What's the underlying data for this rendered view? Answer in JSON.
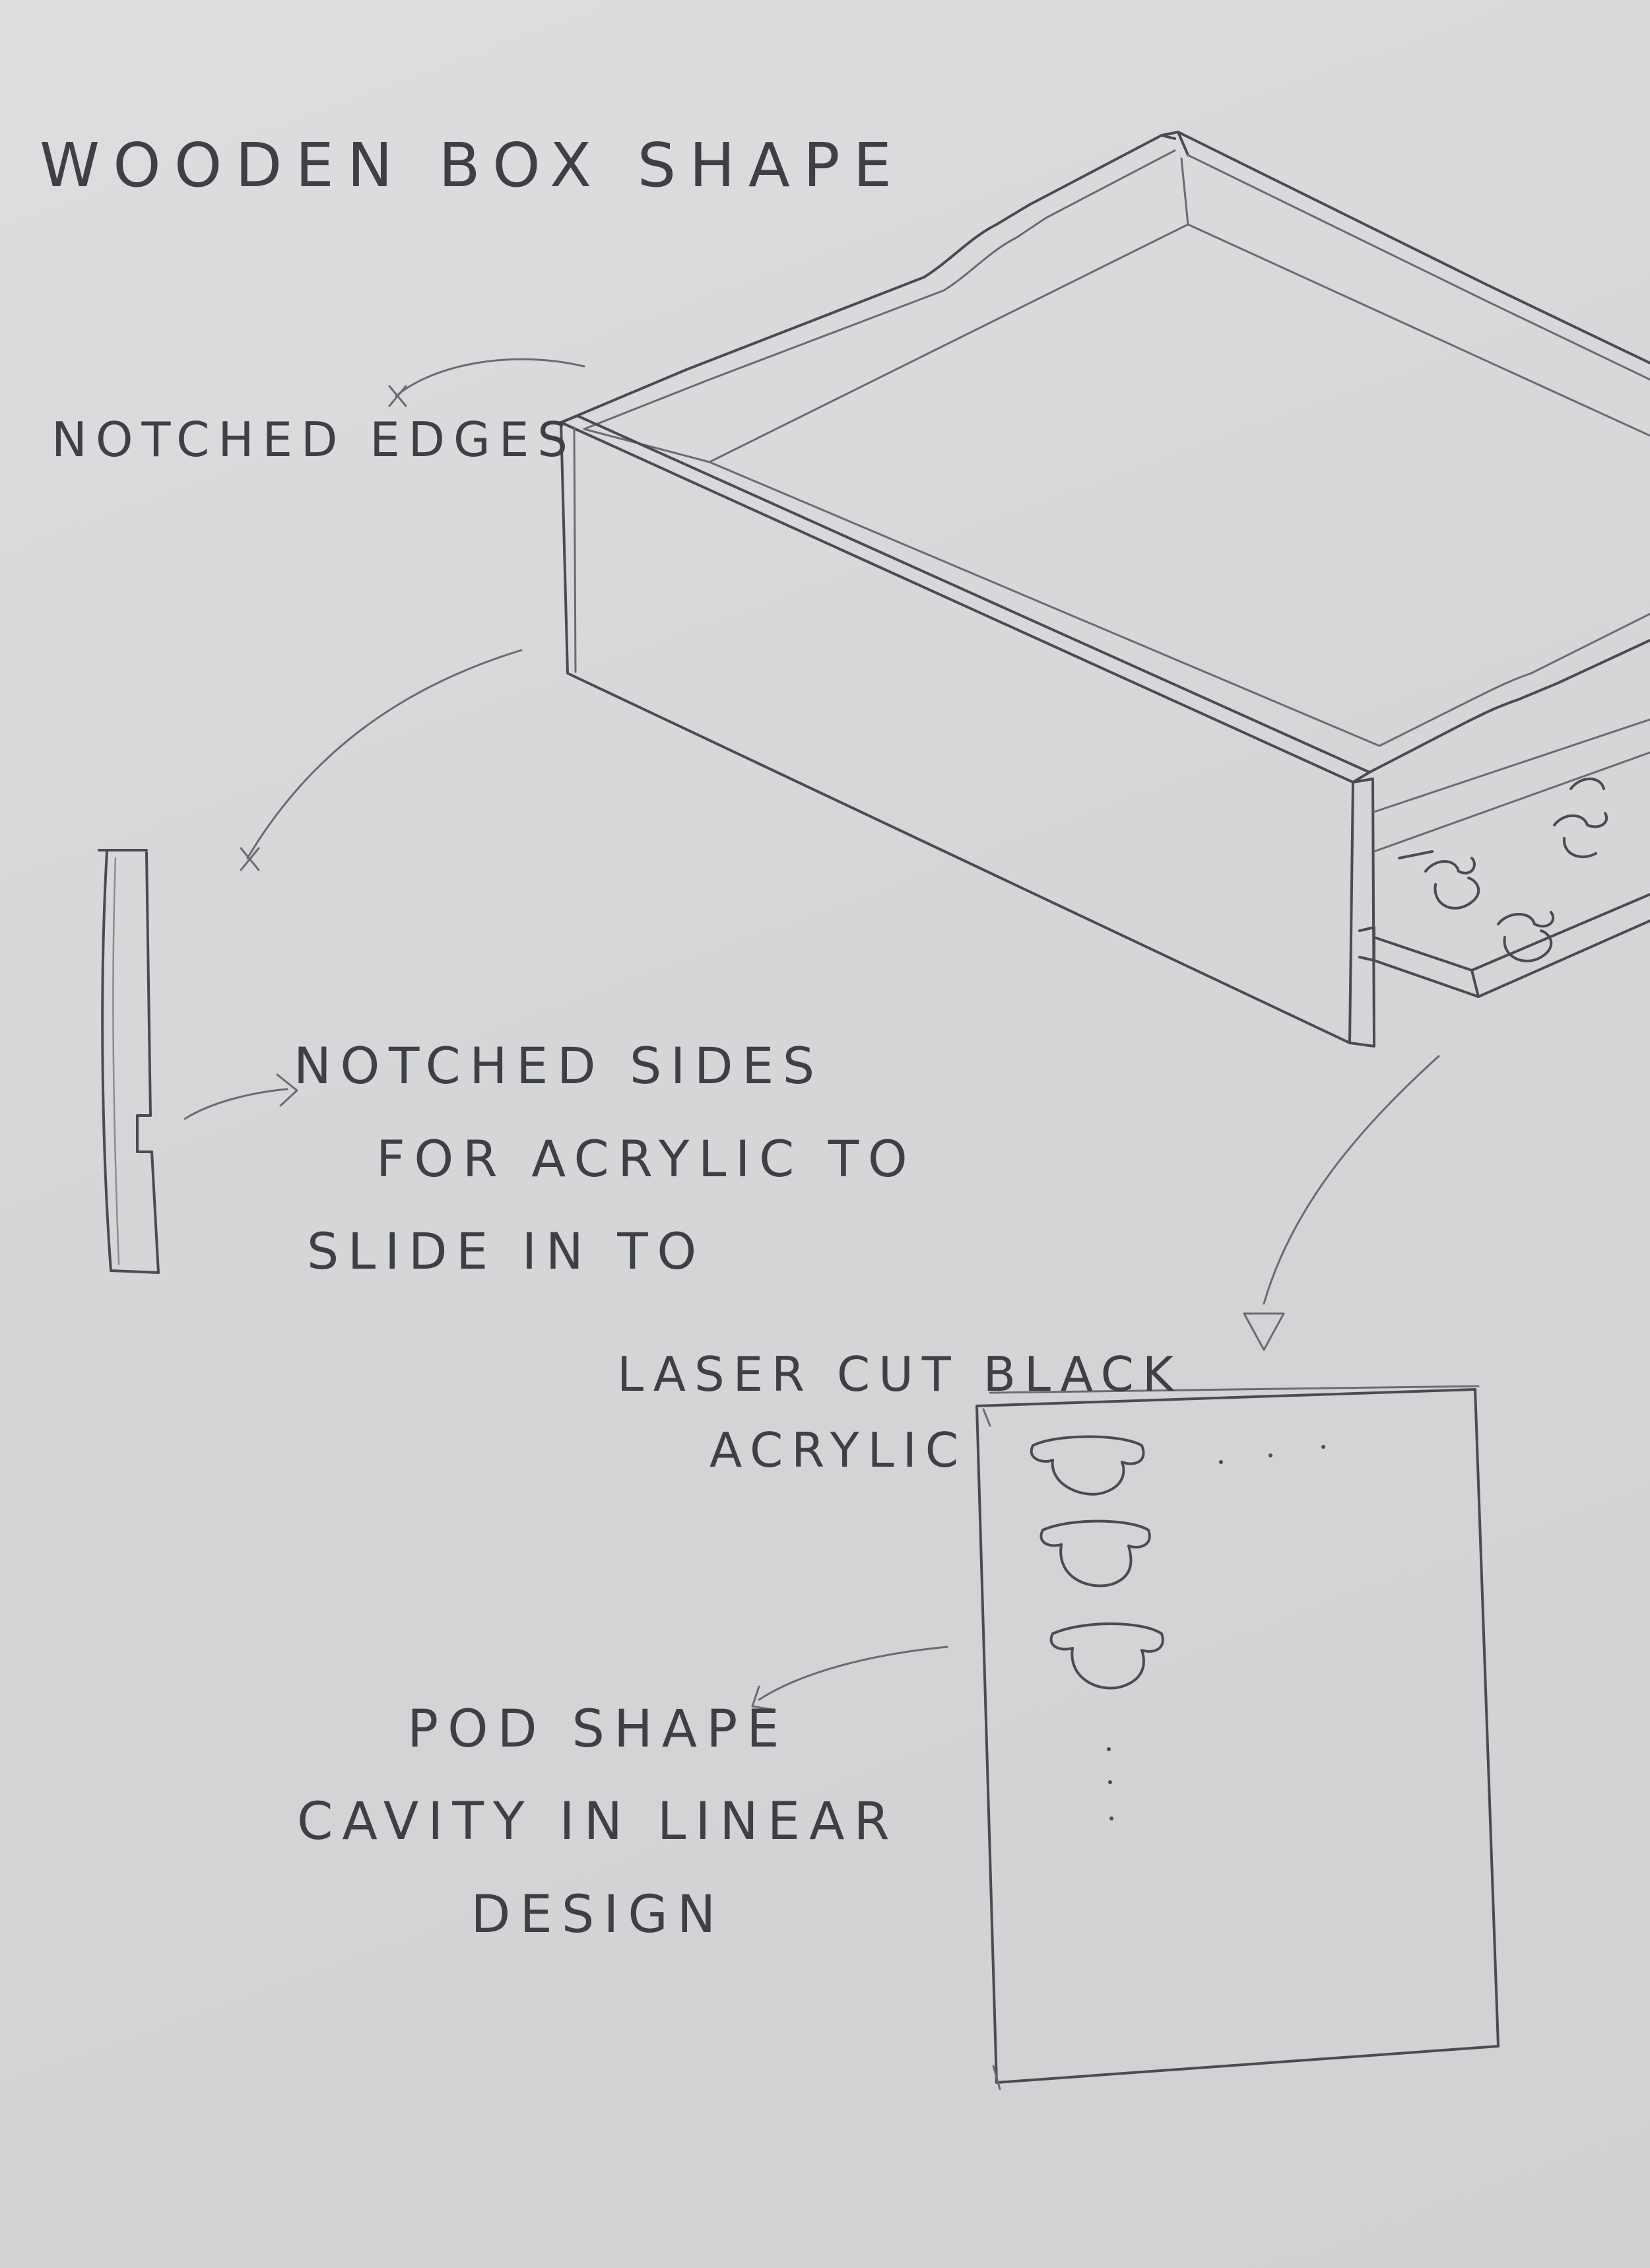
{
  "title": "WOODEN BOX SHAPE",
  "annotations": {
    "notched_edges": "NOTCHED EDGES",
    "notched_sides": [
      "NOTCHED SIDES",
      "FOR ACRYLIC TO",
      "SLIDE IN TO"
    ],
    "laser_cut": [
      "LASER CUT BLACK",
      "ACRYLIC"
    ],
    "pod_shape": [
      "POD SHAPE",
      "CAVITY IN LINEAR",
      "DESIGN"
    ]
  },
  "colors": {
    "paper": "#d6d8da",
    "pencil": "#4a4c50"
  }
}
